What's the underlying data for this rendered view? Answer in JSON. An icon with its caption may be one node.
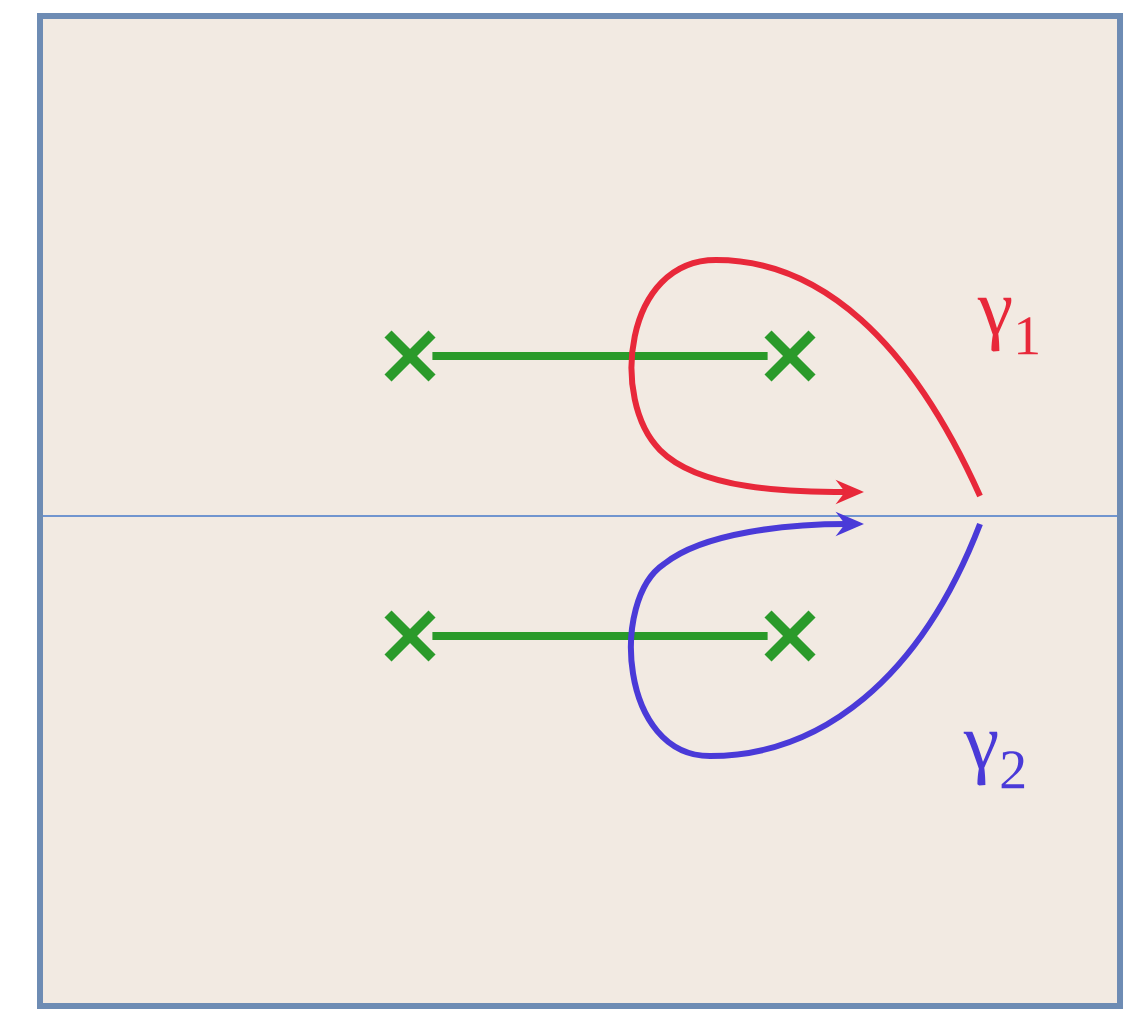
{
  "diagram": {
    "nodes": [
      {
        "text": [],
        "shape": "cross"
      },
      {
        "text": [],
        "shape": "cross"
      },
      {
        "text": [],
        "shape": "cross"
      },
      {
        "text": [],
        "shape": "cross"
      }
    ],
    "edges": [
      {
        "from": 0,
        "to": 1,
        "arrow": "none"
      },
      {
        "from": 2,
        "to": 3,
        "arrow": "none"
      }
    ],
    "labels": [
      "γ$_{1}$",
      "γ$_{2}$"
    ]
  }
}
